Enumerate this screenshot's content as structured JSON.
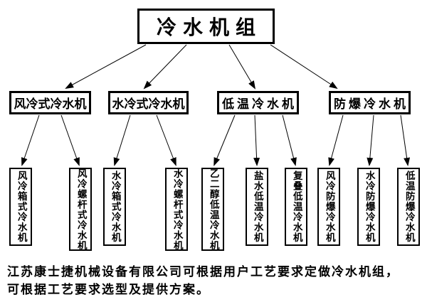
{
  "diagram": {
    "root": {
      "label": "冷水机组"
    },
    "level2": [
      {
        "label": "风冷式冷水机"
      },
      {
        "label": "水冷式冷水机"
      },
      {
        "label": "低温冷水机"
      },
      {
        "label": "防爆冷水机"
      }
    ],
    "level3": [
      {
        "label": "风冷箱式冷水机",
        "parent": "风冷式冷水机"
      },
      {
        "label": "风冷螺杆式冷水机",
        "parent": "风冷式冷水机"
      },
      {
        "label": "水冷箱式冷水机",
        "parent": "水冷式冷水机"
      },
      {
        "label": "水冷螺杆式冷水机",
        "parent": "水冷式冷水机"
      },
      {
        "label": "乙二醇低温冷水机",
        "parent": "低温冷水机"
      },
      {
        "label": "盐水低温冷水机",
        "parent": "低温冷水机"
      },
      {
        "label": "复叠低温冷水机",
        "parent": "低温冷水机"
      },
      {
        "label": "风冷防爆冷水机",
        "parent": "防爆冷水机"
      },
      {
        "label": "水冷防爆冷水机",
        "parent": "防爆冷水机"
      },
      {
        "label": "低温防爆冷水机",
        "parent": "防爆冷水机"
      }
    ]
  },
  "footer": {
    "line1": "江苏康士捷机械设备有限公司可根据用户工艺要求定做冷水机组，",
    "line2": "可根据工艺要求选型及提供方案。"
  },
  "colors": {
    "ink": "#000000",
    "background": "#ffffff"
  }
}
